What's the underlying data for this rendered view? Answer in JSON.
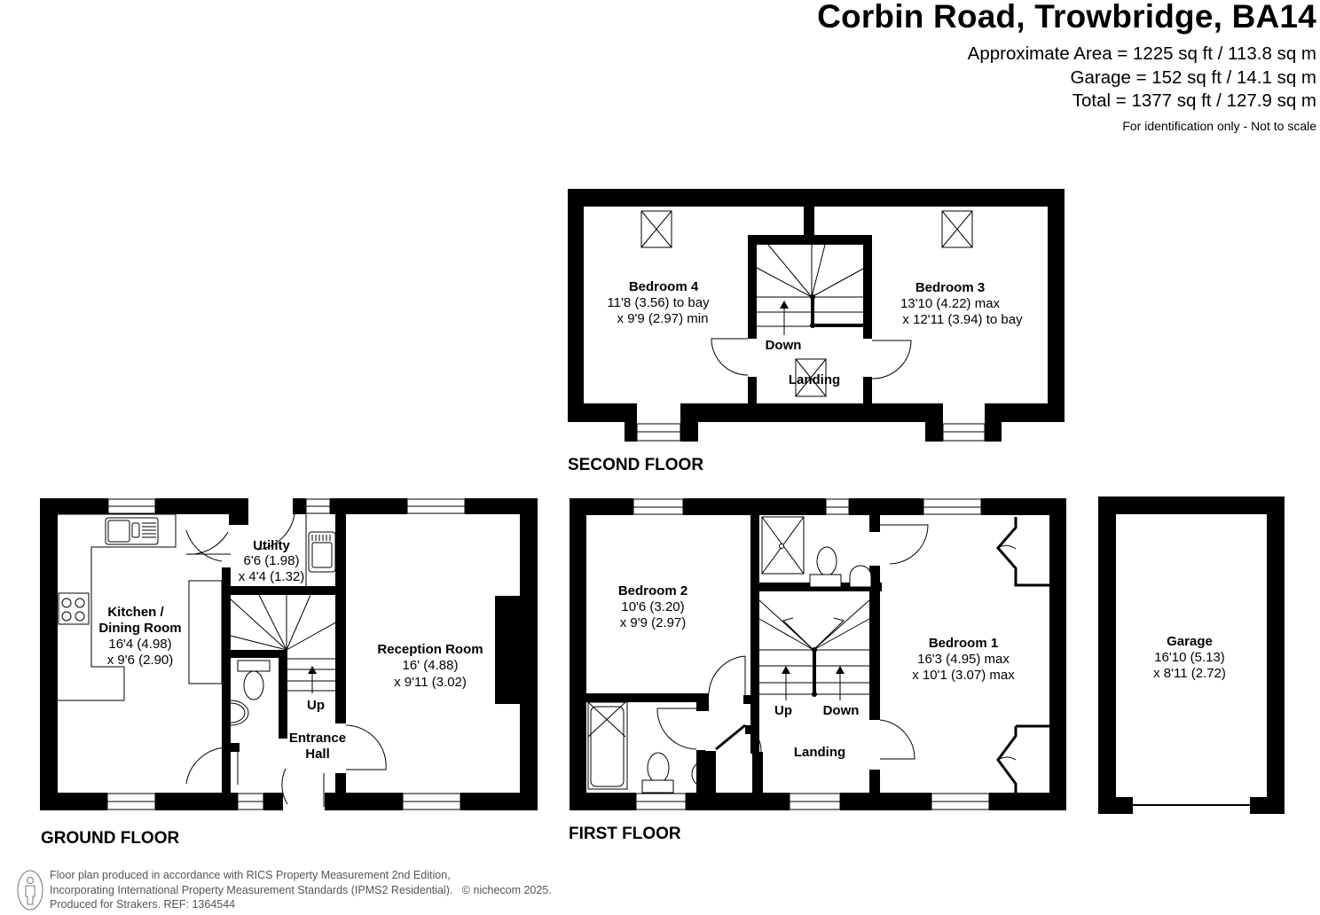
{
  "header": {
    "title": "Corbin Road, Trowbridge, BA14",
    "approx_area": "Approximate Area = 1225 sq ft / 113.8 sq m",
    "garage_area": "Garage = 152 sq ft / 14.1 sq m",
    "total_area": "Total = 1377 sq ft / 127.9 sq m",
    "disclaimer": "For identification only - Not to scale"
  },
  "floors": {
    "second": {
      "label": "SECOND FLOOR",
      "rooms": [
        {
          "name": "Bedroom 4",
          "dim1": "11'8 (3.56) to bay",
          "dim2": "x 9'9 (2.97) min"
        },
        {
          "name": "Bedroom 3",
          "dim1": "13'10 (4.22) max",
          "dim2": "x 12'11 (3.94) to bay"
        },
        {
          "name": "Landing"
        }
      ],
      "stairs_label": "Down"
    },
    "ground": {
      "label": "GROUND FLOOR",
      "rooms": [
        {
          "name_line1": "Kitchen /",
          "name_line2": "Dining Room",
          "dim1": "16'4 (4.98)",
          "dim2": "x 9'6 (2.90)"
        },
        {
          "name": "Utility",
          "dim1": "6'6 (1.98)",
          "dim2": "x 4'4 (1.32)"
        },
        {
          "name": "Reception Room",
          "dim1": "16' (4.88)",
          "dim2": "x 9'11 (3.02)"
        },
        {
          "name_line1": "Entrance",
          "name_line2": "Hall"
        }
      ],
      "stairs_label": "Up"
    },
    "first": {
      "label": "FIRST FLOOR",
      "rooms": [
        {
          "name": "Bedroom 2",
          "dim1": "10'6 (3.20)",
          "dim2": "x 9'9 (2.97)"
        },
        {
          "name": "Bedroom 1",
          "dim1": "16'3 (4.95) max",
          "dim2": "x 10'1 (3.07) max"
        },
        {
          "name": "Landing"
        }
      ],
      "stairs_up_label": "Up",
      "stairs_down_label": "Down"
    },
    "garage": {
      "rooms": [
        {
          "name": "Garage",
          "dim1": "16'10 (5.13)",
          "dim2": "x 8'11 (2.72)"
        }
      ]
    }
  },
  "footer": {
    "line1": "Floor plan produced in accordance with RICS Property Measurement 2nd Edition,",
    "line2": "Incorporating International Property Measurement Standards (IPMS2 Residential).",
    "copyright": "© nichecom 2025.",
    "line3": "Produced for Strakers.   REF: 1364544",
    "icon": "person-outline-icon"
  },
  "colors": {
    "wall": "#000000",
    "background": "#ffffff",
    "footer_text": "#555555"
  }
}
